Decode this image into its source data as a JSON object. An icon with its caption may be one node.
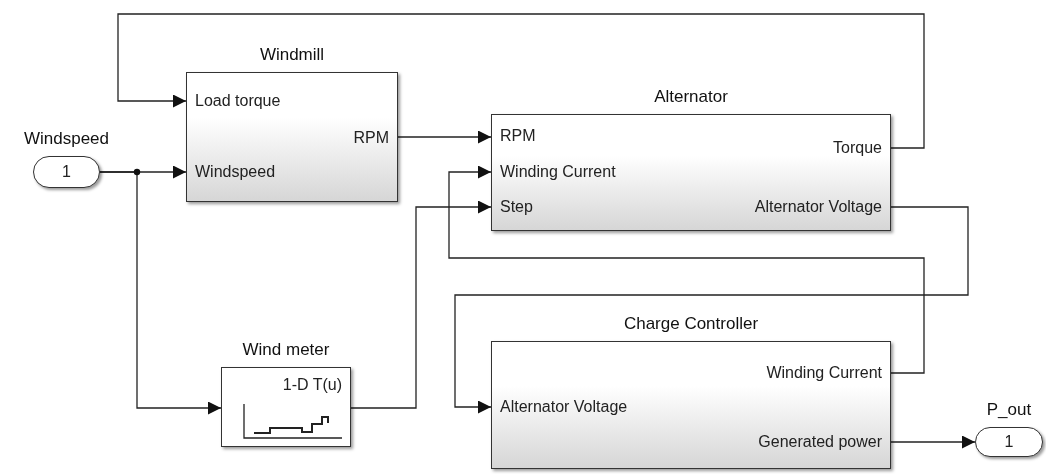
{
  "diagram": {
    "nodes": [
      {
        "text": [
          "Windspeed",
          "1"
        ]
      },
      {
        "text": [
          "Windmill",
          "Load torque",
          "Windspeed",
          "RPM"
        ]
      },
      {
        "text": [
          "Alternator",
          "RPM",
          "Winding Current",
          "Step",
          "Torque",
          "Alternator Voltage"
        ]
      },
      {
        "text": [
          "Wind meter",
          "1-D T(u)"
        ]
      },
      {
        "text": [
          "Charge Controller",
          "Winding Current",
          "Alternator Voltage",
          "Generated power"
        ]
      },
      {
        "text": [
          "P_out",
          "1"
        ]
      }
    ],
    "edges": [
      {
        "from": 0,
        "to": 1,
        "arrow": "to"
      },
      {
        "from": 0,
        "to": 3,
        "arrow": "to"
      },
      {
        "from": 1,
        "to": 2,
        "arrow": "to"
      },
      {
        "from": 2,
        "to": 1,
        "arrow": "to"
      },
      {
        "from": 2,
        "to": 4,
        "arrow": "to"
      },
      {
        "from": 4,
        "to": 2,
        "arrow": "to"
      },
      {
        "from": 3,
        "to": 2,
        "arrow": "to"
      },
      {
        "from": 4,
        "to": 5,
        "arrow": "to"
      }
    ]
  }
}
